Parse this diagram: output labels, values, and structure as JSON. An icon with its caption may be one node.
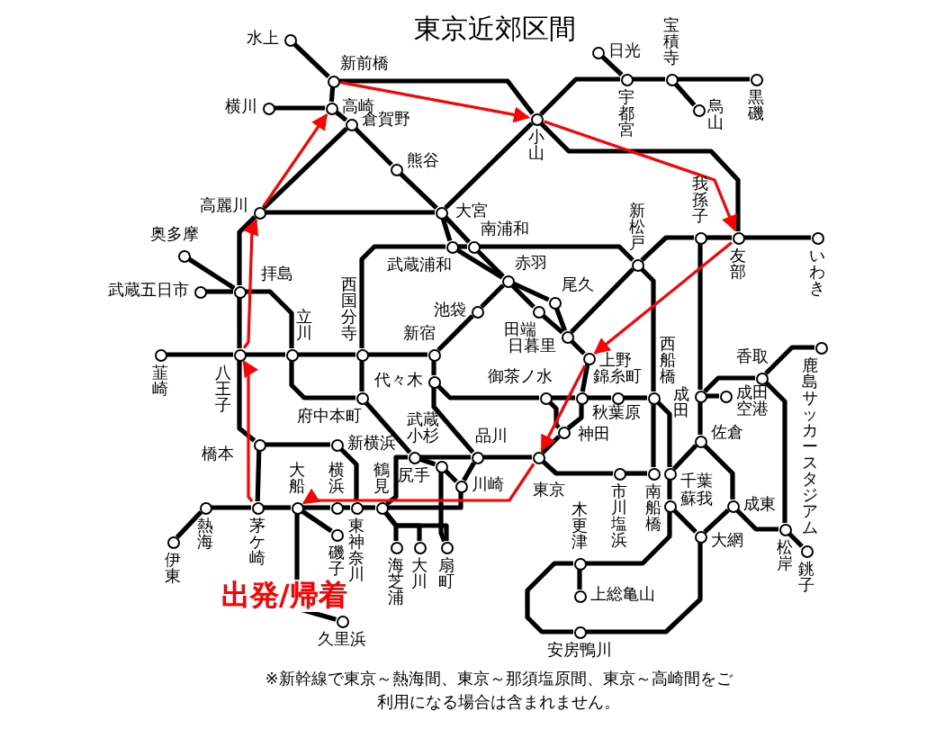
{
  "diagram": {
    "title": "東京近郊区間",
    "caption": "※新幹線で東京～熱海間、東京～那須塩原間、東京～高崎間をご利用になる場合は含まれません。",
    "nodes": [
      {
        "text": [],
        "shape": "circle",
        "beside": [
          "水上"
        ]
      },
      {
        "text": [],
        "shape": "circle",
        "beside": [
          "日光"
        ]
      },
      {
        "text": [],
        "shape": "circle",
        "beside": [
          "宝積寺"
        ]
      },
      {
        "text": [],
        "shape": "circle",
        "beside": [
          "新前橋"
        ]
      },
      {
        "text": [],
        "shape": "circle",
        "beside": [
          "宇都宮"
        ]
      },
      {
        "text": [],
        "shape": "circle",
        "beside": [
          "黒磯"
        ]
      },
      {
        "text": [],
        "shape": "circle",
        "beside": [
          "横川"
        ]
      },
      {
        "text": [],
        "shape": "circle",
        "beside": [
          "高崎"
        ]
      },
      {
        "text": [],
        "shape": "circle",
        "beside": [
          "烏山"
        ]
      },
      {
        "text": [],
        "shape": "circle",
        "beside": [
          "小山"
        ]
      },
      {
        "text": [],
        "shape": "circle",
        "beside": [
          "倉賀野"
        ]
      },
      {
        "text": [],
        "shape": "circle",
        "beside": [
          "熊谷"
        ]
      },
      {
        "text": [],
        "shape": "circle",
        "beside": [
          "高麗川"
        ]
      },
      {
        "text": [],
        "shape": "circle",
        "beside": [
          "大宮"
        ]
      },
      {
        "text": [],
        "shape": "circle",
        "beside": [
          "我孫子"
        ]
      },
      {
        "text": [],
        "shape": "circle",
        "beside": [
          "友部"
        ]
      },
      {
        "text": [],
        "shape": "circle",
        "beside": [
          "いわき"
        ]
      },
      {
        "text": [],
        "shape": "circle",
        "beside": [
          "武蔵浦和"
        ]
      },
      {
        "text": [],
        "shape": "circle",
        "beside": [
          "南浦和"
        ]
      },
      {
        "text": [],
        "shape": "circle",
        "beside": [
          "奥多摩"
        ]
      },
      {
        "text": [],
        "shape": "circle",
        "beside": [
          "新松戸"
        ]
      },
      {
        "text": [],
        "shape": "circle",
        "beside": [
          "赤羽"
        ]
      },
      {
        "text": [],
        "shape": "circle",
        "beside": [
          "拝島"
        ]
      },
      {
        "text": [],
        "shape": "circle",
        "beside": [
          "武蔵五日市"
        ]
      },
      {
        "text": [],
        "shape": "circle",
        "beside": [
          "尾久"
        ]
      },
      {
        "text": [],
        "shape": "circle",
        "beside": [
          "池袋"
        ]
      },
      {
        "text": [],
        "shape": "circle",
        "beside": [
          "田端"
        ]
      },
      {
        "text": [],
        "shape": "circle",
        "beside": [
          "日暮里"
        ]
      },
      {
        "text": [],
        "shape": "circle",
        "beside": [
          "鹿島サッカースタジアム"
        ]
      },
      {
        "text": [],
        "shape": "circle",
        "beside": [
          "上野"
        ]
      },
      {
        "text": [],
        "shape": "circle",
        "beside": [
          "韮崎"
        ]
      },
      {
        "text": [],
        "shape": "circle",
        "beside": [
          "八王子"
        ]
      },
      {
        "text": [],
        "shape": "circle",
        "beside": [
          "立川"
        ]
      },
      {
        "text": [],
        "shape": "circle",
        "beside": [
          "西国分寺"
        ]
      },
      {
        "text": [],
        "shape": "circle",
        "beside": [
          "新宿"
        ]
      },
      {
        "text": [],
        "shape": "circle",
        "beside": [
          "香取"
        ]
      },
      {
        "text": [],
        "shape": "circle",
        "beside": [
          "代々木"
        ]
      },
      {
        "text": [],
        "shape": "circle",
        "beside": [
          "成田"
        ]
      },
      {
        "text": [],
        "shape": "circle",
        "beside": [
          "成田空港"
        ]
      },
      {
        "text": [],
        "shape": "circle",
        "beside": [
          "府中本町"
        ]
      },
      {
        "text": [],
        "shape": "circle",
        "beside": [
          "御茶ノ水"
        ]
      },
      {
        "text": [],
        "shape": "circle",
        "beside": [
          "秋葉原"
        ]
      },
      {
        "text": [],
        "shape": "circle",
        "beside": [
          "錦糸町"
        ]
      },
      {
        "text": [],
        "shape": "circle",
        "beside": [
          "西船橋"
        ]
      },
      {
        "text": [],
        "shape": "circle",
        "beside": [
          "神田"
        ]
      },
      {
        "text": [],
        "shape": "circle",
        "beside": [
          "佐倉"
        ]
      },
      {
        "text": [],
        "shape": "circle",
        "beside": [
          "橋本"
        ]
      },
      {
        "text": [],
        "shape": "circle",
        "beside": [
          "新横浜"
        ]
      },
      {
        "text": [],
        "shape": "circle",
        "beside": [
          "武蔵小杉"
        ]
      },
      {
        "text": [],
        "shape": "circle",
        "beside": [
          "品川"
        ]
      },
      {
        "text": [],
        "shape": "circle",
        "beside": [
          "東京"
        ]
      },
      {
        "text": [],
        "shape": "circle",
        "beside": [
          "市川塩浜"
        ]
      },
      {
        "text": [],
        "shape": "circle",
        "beside": [
          "南船橋"
        ]
      },
      {
        "text": [],
        "shape": "circle",
        "beside": [
          "千葉"
        ]
      },
      {
        "text": [],
        "shape": "circle",
        "beside": [
          "尻手"
        ]
      },
      {
        "text": [],
        "shape": "circle",
        "beside": [
          "川崎"
        ]
      },
      {
        "text": [],
        "shape": "circle",
        "beside": [
          "蘇我"
        ]
      },
      {
        "text": [],
        "shape": "circle",
        "beside": [
          "成東"
        ]
      },
      {
        "text": [],
        "shape": "circle",
        "beside": [
          "熱海"
        ]
      },
      {
        "text": [],
        "shape": "circle",
        "beside": [
          "茅ケ崎"
        ]
      },
      {
        "text": [],
        "shape": "circle",
        "beside": [
          "大船"
        ]
      },
      {
        "text": [],
        "shape": "circle",
        "beside": [
          "横浜"
        ]
      },
      {
        "text": [],
        "shape": "circle",
        "beside": [
          "東神奈川"
        ]
      },
      {
        "text": [],
        "shape": "circle",
        "beside": [
          "鶴見"
        ]
      },
      {
        "text": [],
        "shape": "circle",
        "beside": [
          "松岸"
        ]
      },
      {
        "text": [],
        "shape": "circle",
        "beside": [
          "伊東"
        ]
      },
      {
        "text": [],
        "shape": "circle",
        "beside": [
          "磯子"
        ]
      },
      {
        "text": [],
        "shape": "circle",
        "beside": [
          "大網"
        ]
      },
      {
        "text": [],
        "shape": "circle",
        "beside": [
          "海芝浦"
        ]
      },
      {
        "text": [],
        "shape": "circle",
        "beside": [
          "大川"
        ]
      },
      {
        "text": [],
        "shape": "circle",
        "beside": [
          "扇町"
        ]
      },
      {
        "text": [],
        "shape": "circle",
        "beside": [
          "銚子"
        ]
      },
      {
        "text": [],
        "shape": "circle",
        "beside": [
          "木更津"
        ]
      },
      {
        "text": [],
        "shape": "circle",
        "beside": [
          "上総亀山"
        ]
      },
      {
        "text": [],
        "shape": "circle",
        "beside": [
          "久里浜"
        ]
      },
      {
        "text": [],
        "shape": "circle",
        "beside": [
          "安房鴨川"
        ]
      }
    ],
    "edges": [
      {
        "from": 0,
        "to": 3,
        "arrow": "none"
      },
      {
        "from": 3,
        "to": 7,
        "arrow": "none"
      },
      {
        "from": 6,
        "to": 7,
        "arrow": "none"
      },
      {
        "from": 7,
        "to": 10,
        "arrow": "none"
      },
      {
        "from": 10,
        "to": 11,
        "arrow": "none"
      },
      {
        "from": 11,
        "to": 13,
        "arrow": "none"
      },
      {
        "from": 3,
        "to": 9,
        "arrow": "none"
      },
      {
        "from": 10,
        "to": 12,
        "arrow": "none"
      },
      {
        "from": 12,
        "to": 13,
        "arrow": "none"
      },
      {
        "from": 12,
        "to": 22,
        "arrow": "none"
      },
      {
        "from": 13,
        "to": 9,
        "arrow": "none"
      },
      {
        "from": 9,
        "to": 4,
        "arrow": "none"
      },
      {
        "from": 1,
        "to": 4,
        "arrow": "none"
      },
      {
        "from": 4,
        "to": 2,
        "arrow": "none"
      },
      {
        "from": 2,
        "to": 8,
        "arrow": "none"
      },
      {
        "from": 2,
        "to": 5,
        "arrow": "none"
      },
      {
        "from": 9,
        "to": 15,
        "arrow": "none"
      },
      {
        "from": 20,
        "to": 14,
        "arrow": "none"
      },
      {
        "from": 14,
        "to": 15,
        "arrow": "none"
      },
      {
        "from": 15,
        "to": 16,
        "arrow": "none"
      },
      {
        "from": 14,
        "to": 37,
        "arrow": "none"
      },
      {
        "from": 33,
        "to": 17,
        "arrow": "none"
      },
      {
        "from": 17,
        "to": 18,
        "arrow": "none"
      },
      {
        "from": 18,
        "to": 20,
        "arrow": "none"
      },
      {
        "from": 20,
        "to": 43,
        "arrow": "none"
      },
      {
        "from": 13,
        "to": 17,
        "arrow": "none"
      },
      {
        "from": 13,
        "to": 18,
        "arrow": "none"
      },
      {
        "from": 17,
        "to": 21,
        "arrow": "none"
      },
      {
        "from": 18,
        "to": 21,
        "arrow": "none"
      },
      {
        "from": 21,
        "to": 25,
        "arrow": "none"
      },
      {
        "from": 21,
        "to": 24,
        "arrow": "none"
      },
      {
        "from": 21,
        "to": 26,
        "arrow": "none"
      },
      {
        "from": 24,
        "to": 27,
        "arrow": "none"
      },
      {
        "from": 26,
        "to": 27,
        "arrow": "none"
      },
      {
        "from": 27,
        "to": 29,
        "arrow": "none"
      },
      {
        "from": 27,
        "to": 20,
        "arrow": "none"
      },
      {
        "from": 29,
        "to": 41,
        "arrow": "none"
      },
      {
        "from": 41,
        "to": 44,
        "arrow": "none"
      },
      {
        "from": 44,
        "to": 50,
        "arrow": "none"
      },
      {
        "from": 40,
        "to": 41,
        "arrow": "none"
      },
      {
        "from": 41,
        "to": 42,
        "arrow": "none"
      },
      {
        "from": 42,
        "to": 43,
        "arrow": "none"
      },
      {
        "from": 40,
        "to": 44,
        "arrow": "none"
      },
      {
        "from": 36,
        "to": 40,
        "arrow": "none"
      },
      {
        "from": 25,
        "to": 34,
        "arrow": "none"
      },
      {
        "from": 34,
        "to": 36,
        "arrow": "none"
      },
      {
        "from": 34,
        "to": 33,
        "arrow": "none"
      },
      {
        "from": 33,
        "to": 32,
        "arrow": "none"
      },
      {
        "from": 32,
        "to": 31,
        "arrow": "none"
      },
      {
        "from": 31,
        "to": 30,
        "arrow": "none"
      },
      {
        "from": 22,
        "to": 32,
        "arrow": "none"
      },
      {
        "from": 22,
        "to": 19,
        "arrow": "none"
      },
      {
        "from": 22,
        "to": 23,
        "arrow": "none"
      },
      {
        "from": 22,
        "to": 31,
        "arrow": "none"
      },
      {
        "from": 31,
        "to": 46,
        "arrow": "none"
      },
      {
        "from": 46,
        "to": 47,
        "arrow": "none"
      },
      {
        "from": 46,
        "to": 59,
        "arrow": "none"
      },
      {
        "from": 47,
        "to": 62,
        "arrow": "none"
      },
      {
        "from": 32,
        "to": 39,
        "arrow": "none"
      },
      {
        "from": 39,
        "to": 33,
        "arrow": "none"
      },
      {
        "from": 39,
        "to": 48,
        "arrow": "none"
      },
      {
        "from": 36,
        "to": 49,
        "arrow": "none"
      },
      {
        "from": 48,
        "to": 49,
        "arrow": "none"
      },
      {
        "from": 49,
        "to": 50,
        "arrow": "none"
      },
      {
        "from": 48,
        "to": 63,
        "arrow": "none"
      },
      {
        "from": 48,
        "to": 54,
        "arrow": "none"
      },
      {
        "from": 54,
        "to": 55,
        "arrow": "none"
      },
      {
        "from": 49,
        "to": 55,
        "arrow": "none"
      },
      {
        "from": 55,
        "to": 63,
        "arrow": "none"
      },
      {
        "from": 54,
        "to": 70,
        "arrow": "none"
      },
      {
        "from": 63,
        "to": 68,
        "arrow": "none"
      },
      {
        "from": 63,
        "to": 69,
        "arrow": "none"
      },
      {
        "from": 63,
        "to": 70,
        "arrow": "none"
      },
      {
        "from": 63,
        "to": 62,
        "arrow": "none"
      },
      {
        "from": 62,
        "to": 61,
        "arrow": "none"
      },
      {
        "from": 61,
        "to": 60,
        "arrow": "none"
      },
      {
        "from": 60,
        "to": 59,
        "arrow": "none"
      },
      {
        "from": 59,
        "to": 58,
        "arrow": "none"
      },
      {
        "from": 58,
        "to": 65,
        "arrow": "none"
      },
      {
        "from": 60,
        "to": 66,
        "arrow": "none"
      },
      {
        "from": 60,
        "to": 74,
        "arrow": "none"
      },
      {
        "from": 50,
        "to": 51,
        "arrow": "none"
      },
      {
        "from": 51,
        "to": 52,
        "arrow": "none"
      },
      {
        "from": 52,
        "to": 43,
        "arrow": "none"
      },
      {
        "from": 43,
        "to": 53,
        "arrow": "none"
      },
      {
        "from": 53,
        "to": 56,
        "arrow": "none"
      },
      {
        "from": 53,
        "to": 45,
        "arrow": "none"
      },
      {
        "from": 45,
        "to": 37,
        "arrow": "none"
      },
      {
        "from": 37,
        "to": 38,
        "arrow": "none"
      },
      {
        "from": 37,
        "to": 35,
        "arrow": "none"
      },
      {
        "from": 35,
        "to": 28,
        "arrow": "none"
      },
      {
        "from": 35,
        "to": 64,
        "arrow": "none"
      },
      {
        "from": 45,
        "to": 57,
        "arrow": "none"
      },
      {
        "from": 56,
        "to": 67,
        "arrow": "none"
      },
      {
        "from": 57,
        "to": 67,
        "arrow": "none"
      },
      {
        "from": 57,
        "to": 64,
        "arrow": "none"
      },
      {
        "from": 64,
        "to": 71,
        "arrow": "none"
      },
      {
        "from": 56,
        "to": 72,
        "arrow": "none"
      },
      {
        "from": 72,
        "to": 73,
        "arrow": "none"
      },
      {
        "from": 72,
        "to": 75,
        "arrow": "none"
      },
      {
        "from": 75,
        "to": 67,
        "arrow": "none"
      },
      {
        "from": 59,
        "to": 31,
        "arrow": "to",
        "color": "#ff0000"
      },
      {
        "from": 31,
        "to": 12,
        "arrow": "to",
        "color": "#ff0000"
      },
      {
        "from": 12,
        "to": 7,
        "arrow": "to",
        "color": "#ff0000"
      },
      {
        "from": 3,
        "to": 9,
        "arrow": "to",
        "color": "#ff0000"
      },
      {
        "from": 9,
        "to": 15,
        "arrow": "to",
        "color": "#ff0000"
      },
      {
        "from": 15,
        "to": 29,
        "arrow": "to",
        "color": "#ff0000"
      },
      {
        "from": 29,
        "to": 50,
        "arrow": "to",
        "color": "#ff0000"
      },
      {
        "from": 50,
        "to": 60,
        "arrow": "to",
        "color": "#ff0000"
      }
    ],
    "labels": [
      "出発/帰着"
    ]
  }
}
